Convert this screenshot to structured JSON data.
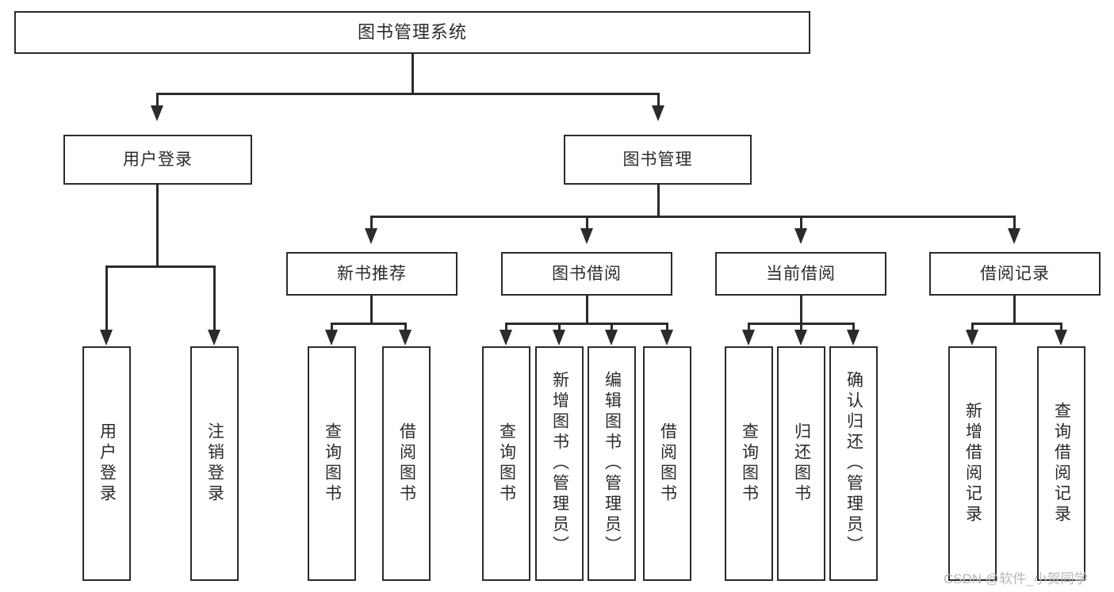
{
  "diagram": {
    "title": "图书管理系统",
    "type": "tree-hierarchy-chart",
    "root": {
      "label": "图书管理系统"
    },
    "level2": [
      {
        "label": "用户登录"
      },
      {
        "label": "图书管理"
      }
    ],
    "level3": [
      {
        "label": "新书推荐"
      },
      {
        "label": "图书借阅"
      },
      {
        "label": "当前借阅"
      },
      {
        "label": "借阅记录"
      }
    ],
    "leaves": {
      "user_login": [
        {
          "label": "用户登录"
        },
        {
          "label": "注销登录"
        }
      ],
      "new_book_recommend": [
        {
          "label": "查询图书"
        },
        {
          "label": "借阅图书"
        }
      ],
      "book_borrow": [
        {
          "label": "查询图书"
        },
        {
          "label": "新增图书（管理员）"
        },
        {
          "label": "编辑图书（管理员）"
        },
        {
          "label": "借阅图书"
        }
      ],
      "current_borrow": [
        {
          "label": "查询图书"
        },
        {
          "label": "归还图书"
        },
        {
          "label": "确认归还（管理员）"
        }
      ],
      "borrow_record": [
        {
          "label": "新增借阅记录"
        },
        {
          "label": "查询借阅记录"
        }
      ]
    }
  },
  "watermark": {
    "text": "CSDN @软件_小贺同学"
  },
  "colors": {
    "stroke": "#2b2b2b",
    "fill": "#ffffff",
    "background": "#ffffff",
    "watermark": "#b8b8b8"
  }
}
